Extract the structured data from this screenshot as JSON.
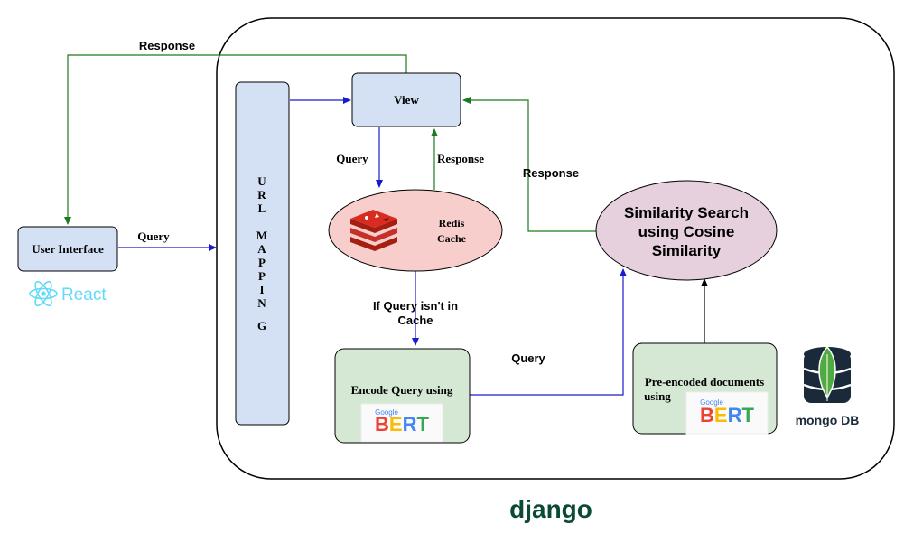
{
  "diagram": {
    "nodes": {
      "user_interface": "User Interface",
      "react_logo_text": "React",
      "url_mapping_letters": [
        "U",
        "R",
        "L",
        "",
        "M",
        "A",
        "P",
        "P",
        "I",
        "N",
        "G"
      ],
      "view": "View",
      "redis_line1": "Redis",
      "redis_line2": "Cache",
      "similarity_line1": "Similarity Search",
      "similarity_line2": "using Cosine",
      "similarity_line3": "Similarity",
      "encode_query": "Encode Query using",
      "preencoded_line1": "Pre-encoded documents",
      "preencoded_line2": "using",
      "bert_small": "Google",
      "bert_big": "BERT",
      "mongo_text": "mongo DB",
      "django_text": "django"
    },
    "edge_labels": {
      "response_top": "Response",
      "query_ui": "Query",
      "query_view": "Query",
      "response_redis": "Response",
      "response_similarity": "Response",
      "if_query_line1": "If Query isn't in",
      "if_query_line2": "Cache",
      "query_bert": "Query"
    },
    "colors": {
      "blue_arrow": "#1a1acc",
      "green_arrow": "#1e7a1e",
      "box_blue": "#d4e1f5",
      "box_green": "#d5e8d4",
      "redis_fill": "#f8cecc",
      "similarity_fill": "#e6d0de",
      "django_green": "#0c4b33",
      "mongo_green": "#4faa41",
      "react_blue": "#61dafb"
    }
  }
}
